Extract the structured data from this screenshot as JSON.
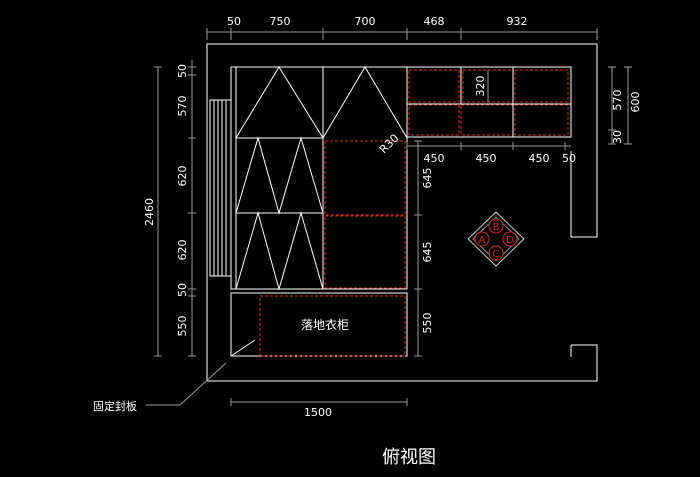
{
  "title": "俯视图",
  "labels": {
    "wardrobe": "落地衣柜",
    "fixed_panel": "固定封板",
    "radius": "R30"
  },
  "marker": {
    "top": "B",
    "left": "A",
    "right": "D",
    "bottom": "C"
  },
  "dimensions": {
    "top": [
      "50",
      "750",
      "700",
      "468",
      "932"
    ],
    "left": [
      "2460",
      "50",
      "570",
      "620",
      "620",
      "50",
      "550"
    ],
    "cabinet_right": [
      "645",
      "645",
      "550"
    ],
    "upper_middle": [
      "320"
    ],
    "right_side": [
      "570",
      "600",
      "30"
    ],
    "shelf_row": [
      "450",
      "450",
      "450",
      "50"
    ],
    "bottom": [
      "1500"
    ]
  },
  "colors": {
    "background": "#000000",
    "lines": "#ffffff",
    "accent": "#e0241b"
  }
}
